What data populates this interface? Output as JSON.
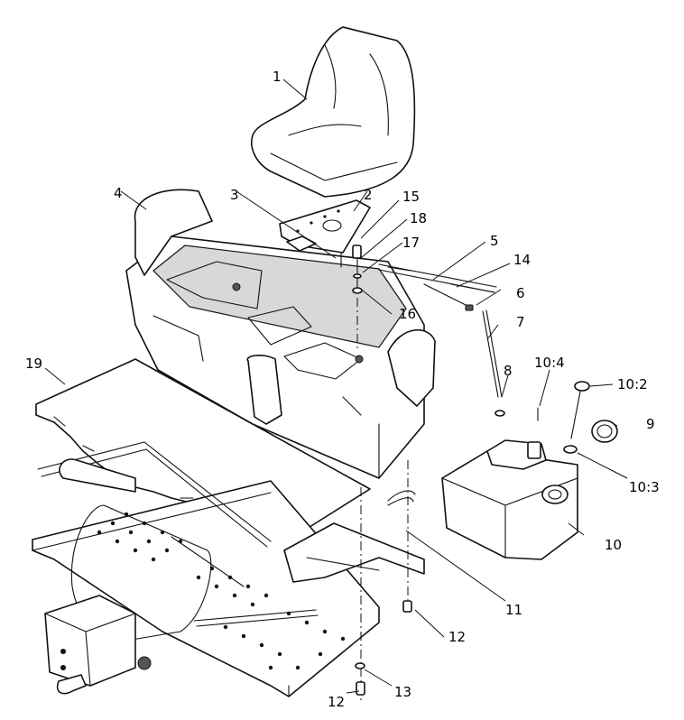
{
  "diagram": {
    "type": "exploded parts diagram",
    "callouts": [
      {
        "id": "c1",
        "label": "1"
      },
      {
        "id": "c2",
        "label": "2"
      },
      {
        "id": "c3",
        "label": "3"
      },
      {
        "id": "c4",
        "label": "4"
      },
      {
        "id": "c5",
        "label": "5"
      },
      {
        "id": "c6",
        "label": "6"
      },
      {
        "id": "c7",
        "label": "7"
      },
      {
        "id": "c8",
        "label": "8"
      },
      {
        "id": "c9",
        "label": "9"
      },
      {
        "id": "c10",
        "label": "10"
      },
      {
        "id": "c10_2",
        "label": "10:2"
      },
      {
        "id": "c10_3",
        "label": "10:3"
      },
      {
        "id": "c10_4",
        "label": "10:4"
      },
      {
        "id": "c11",
        "label": "11"
      },
      {
        "id": "c12a",
        "label": "12"
      },
      {
        "id": "c12b",
        "label": "12"
      },
      {
        "id": "c13",
        "label": "13"
      },
      {
        "id": "c14",
        "label": "14"
      },
      {
        "id": "c15",
        "label": "15"
      },
      {
        "id": "c16",
        "label": "16"
      },
      {
        "id": "c17",
        "label": "17"
      },
      {
        "id": "c18",
        "label": "18"
      },
      {
        "id": "c19",
        "label": "19"
      }
    ],
    "parts": [
      {
        "ref": "1",
        "icon": "seat-icon"
      },
      {
        "ref": "2",
        "icon": "seat-mounting-plate-icon"
      },
      {
        "ref": "3",
        "icon": "screw-icon"
      },
      {
        "ref": "4",
        "icon": "seat-base-pod-icon"
      },
      {
        "ref": "5",
        "icon": "rod-icon"
      },
      {
        "ref": "6",
        "icon": "nut-icon"
      },
      {
        "ref": "7",
        "icon": "support-rod-icon"
      },
      {
        "ref": "8",
        "icon": "nut-icon"
      },
      {
        "ref": "9",
        "icon": "fuel-cap-icon"
      },
      {
        "ref": "10",
        "icon": "fuel-tank-icon"
      },
      {
        "ref": "10:2",
        "icon": "fuel-gauge-icon"
      },
      {
        "ref": "10:3",
        "icon": "grommet-icon"
      },
      {
        "ref": "10:4",
        "icon": "screw-icon"
      },
      {
        "ref": "11",
        "icon": "bracket-icon"
      },
      {
        "ref": "12",
        "icon": "bolt-icon"
      },
      {
        "ref": "13",
        "icon": "washer-icon"
      },
      {
        "ref": "14",
        "icon": "threaded-rod-icon"
      },
      {
        "ref": "15",
        "icon": "spacer-icon"
      },
      {
        "ref": "16",
        "icon": "washer-icon"
      },
      {
        "ref": "17",
        "icon": "washer-icon"
      },
      {
        "ref": "18",
        "icon": "screw-icon"
      },
      {
        "ref": "19",
        "icon": "insulation-pad-icon"
      }
    ],
    "colors": {
      "line": "#111111",
      "background": "#ffffff",
      "shade": "#d8d8d8"
    }
  }
}
